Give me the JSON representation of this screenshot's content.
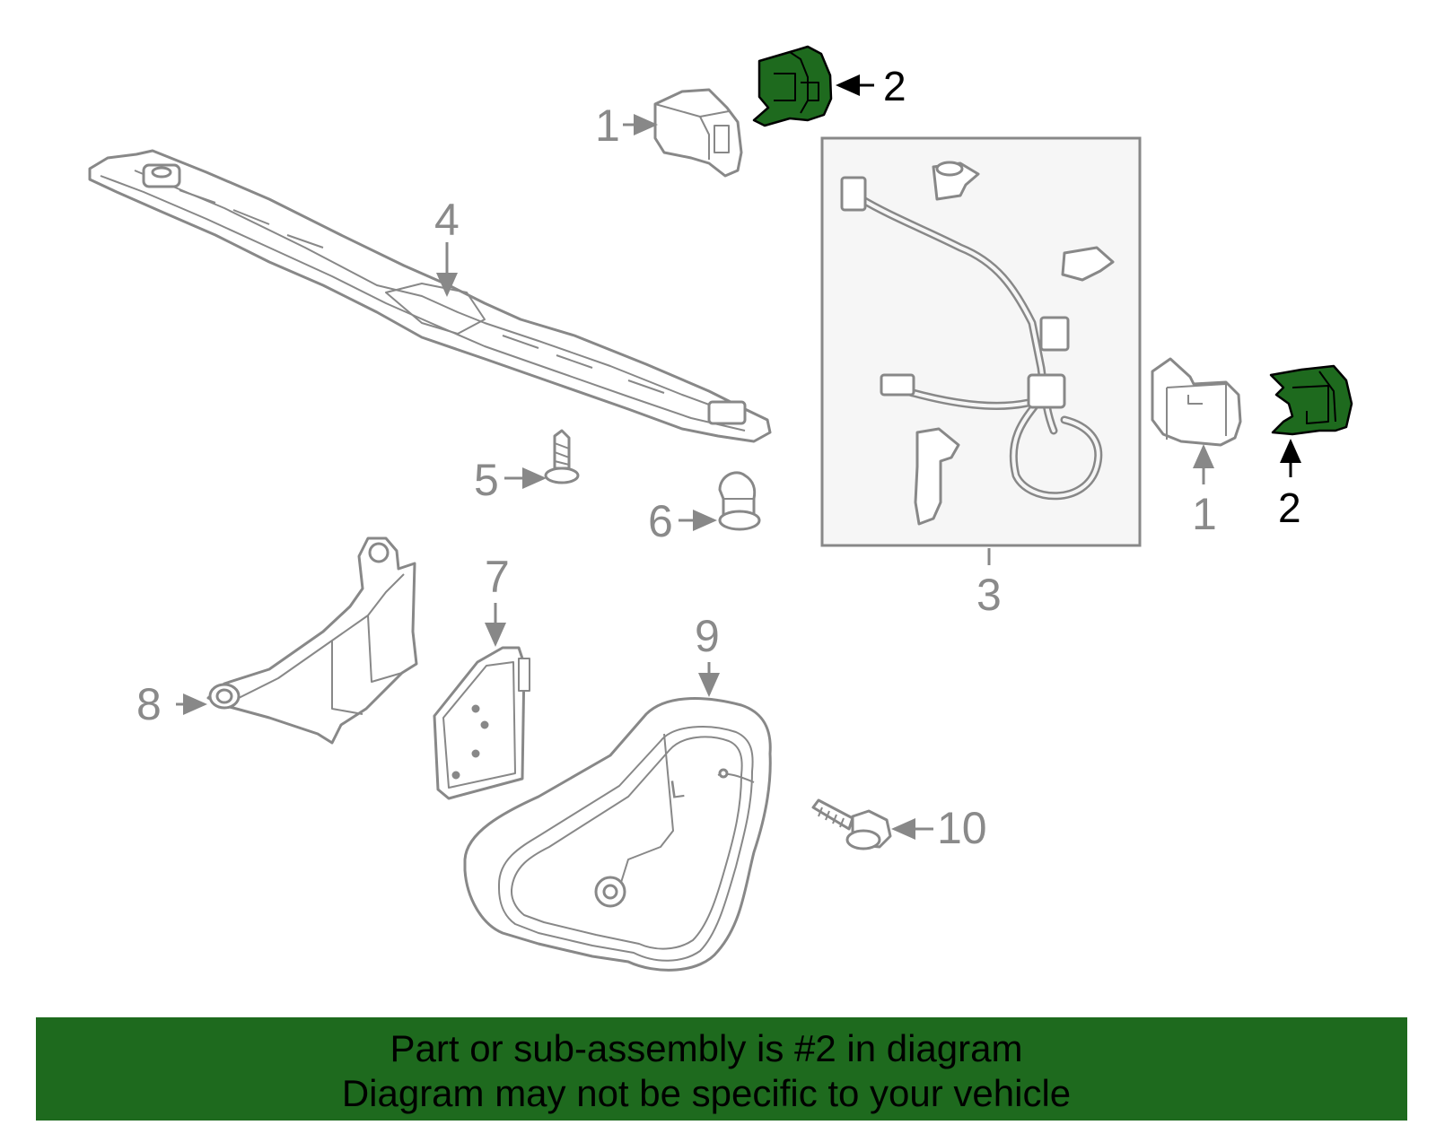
{
  "diagram": {
    "callouts": {
      "part1_top": "1",
      "part1_right": "1",
      "part2_top": "2",
      "part2_right": "2",
      "part3": "3",
      "part4": "4",
      "part5": "5",
      "part6": "6",
      "part7": "7",
      "part8": "8",
      "part9": "9",
      "part10": "10"
    },
    "part9_marking": "L",
    "part1_marking": "L"
  },
  "banner": {
    "line1": "Part or sub-assembly is #2 in diagram",
    "line2": "Diagram may not be specific to your vehicle"
  },
  "colors": {
    "highlight": "#1e6a1e",
    "banner": "#1e6a1e",
    "line_gray": "#888888",
    "label_gray": "#8a8a8a"
  }
}
